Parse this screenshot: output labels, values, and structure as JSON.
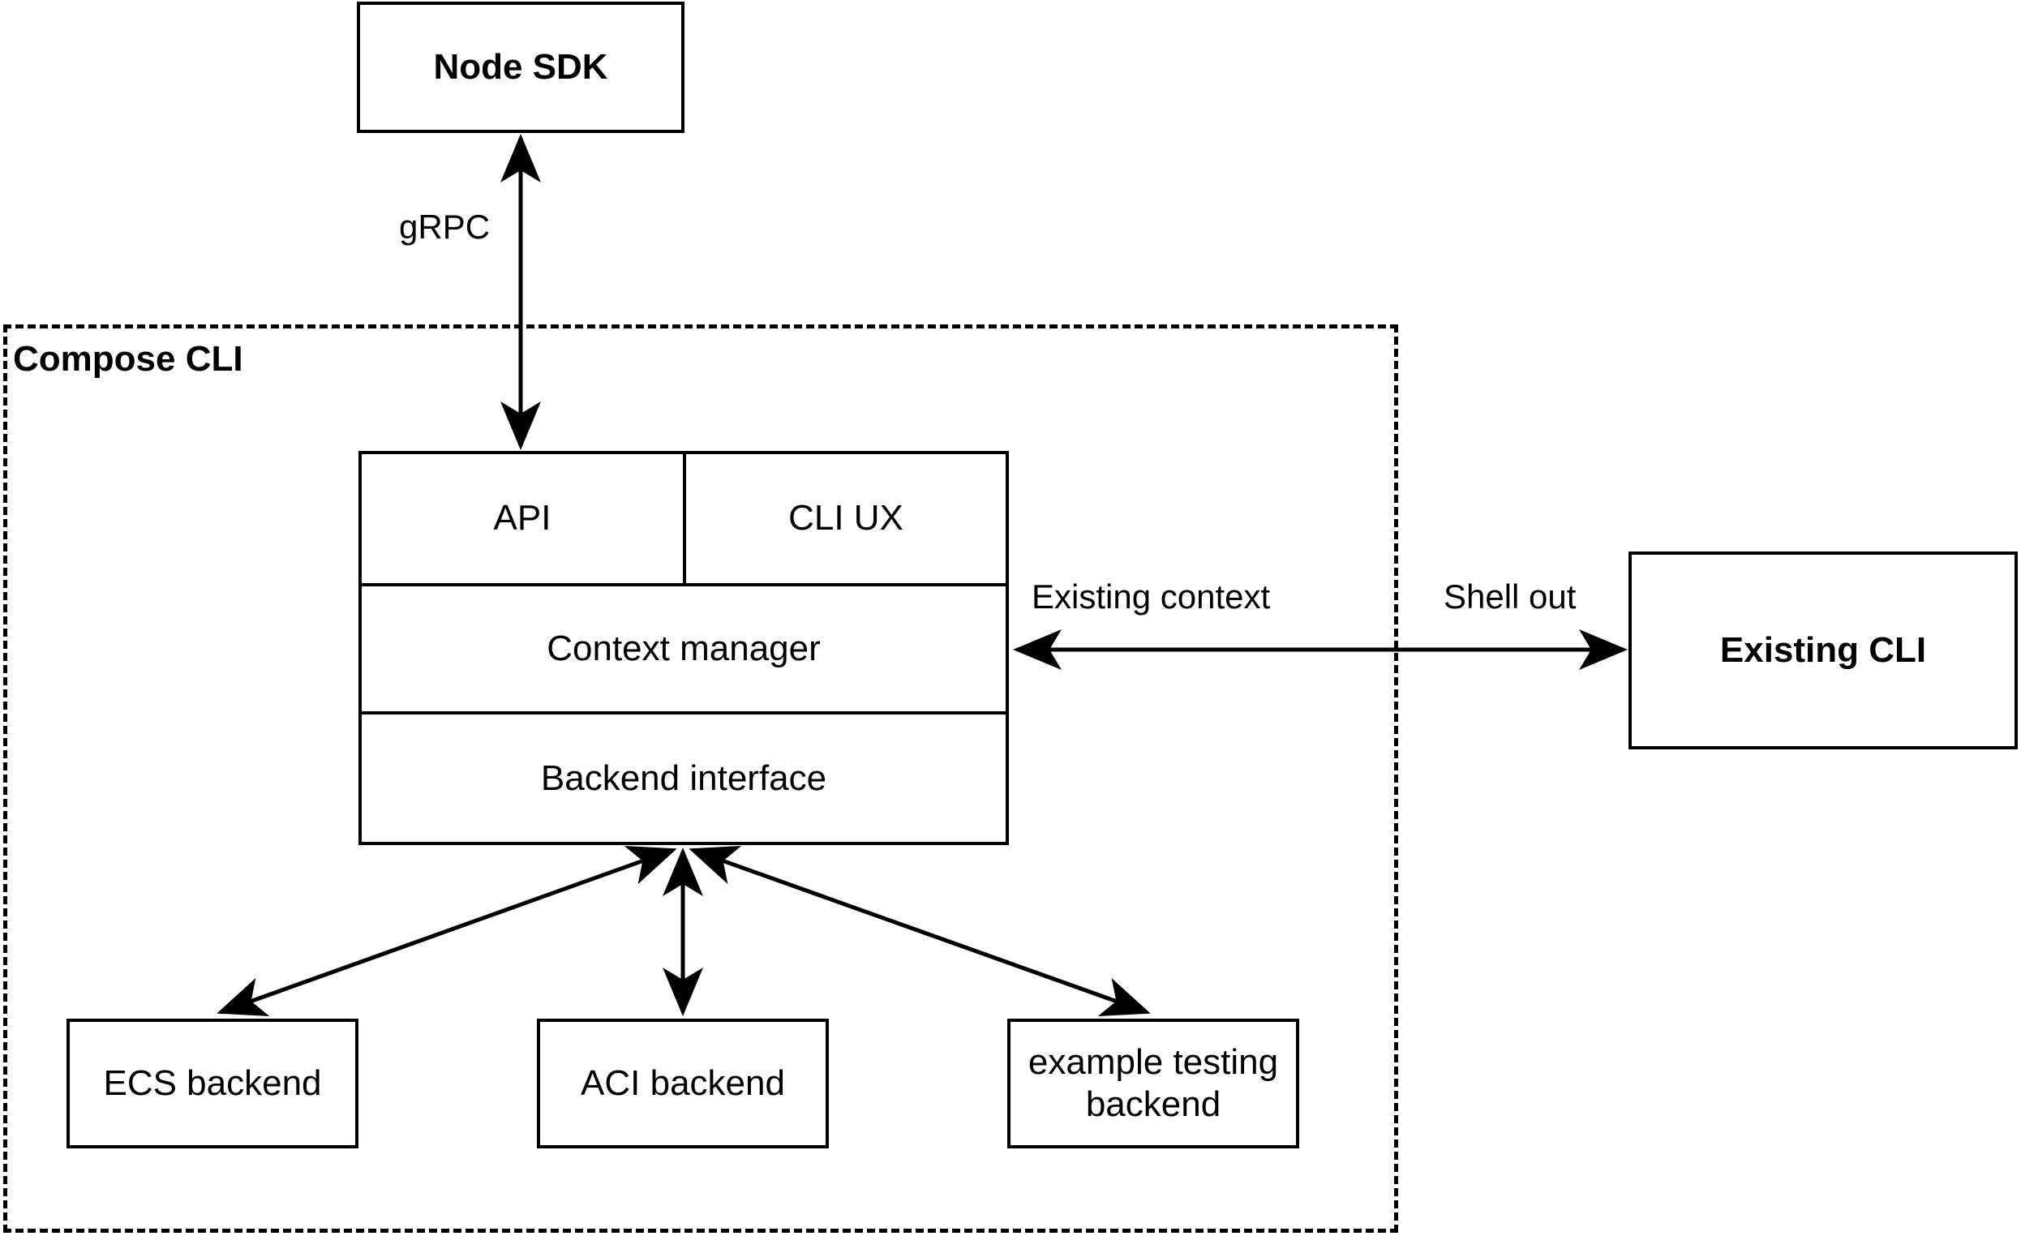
{
  "diagram": {
    "title_group": "Compose CLI",
    "nodes": {
      "node_sdk": "Node SDK",
      "api": "API",
      "cli_ux": "CLI UX",
      "context_manager": "Context manager",
      "backend_interface": "Backend interface",
      "existing_cli": "Existing CLI",
      "ecs_backend": "ECS backend",
      "aci_backend": "ACI backend",
      "example_testing_backend": "example testing\nbackend"
    },
    "edge_labels": {
      "grpc": "gRPC",
      "existing_context": "Existing context",
      "shell_out": "Shell out"
    },
    "colors": {
      "stroke": "#000000",
      "fill": "#ffffff",
      "text": "#000000"
    }
  }
}
